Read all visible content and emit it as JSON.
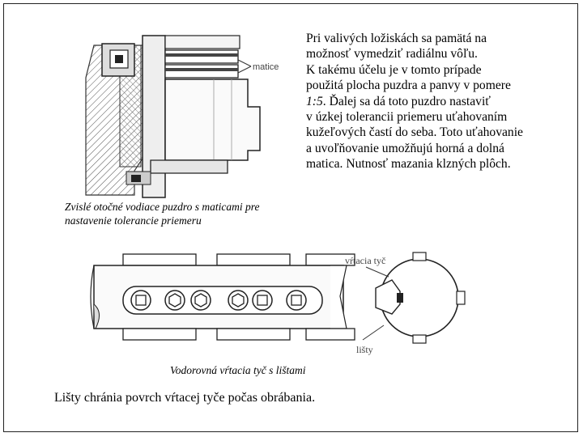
{
  "main_text": {
    "line1": "Pri valivých ložiskách sa pamätá na",
    "line2": "možnosť vymedziť radiálnu vôľu.",
    "line3": "K takému účelu je  v tomto prípade",
    "line4": "použitá plocha puzdra a panvy v pomere",
    "ratio": "1:5",
    "line5_rest": ". Ďalej sa dá toto puzdro nastaviť",
    "line6": "v úzkej  tolerancii  priemeru  uťahovaním",
    "line7": "kužeľových častí do seba. Toto uťahovanie",
    "line8": "a uvoľňovanie umožňujú horná a dolná",
    "line9": "matica.  Nutnosť mazania klzných plôch."
  },
  "figure_top": {
    "label_matice": "matice",
    "caption_line1": "Zvislé otočné vodiace puzdro s maticami pre",
    "caption_line2": "nastavenie tolerancie priemeru"
  },
  "figure_bottom": {
    "label_vrtacia_tyc": "vŕtacia tyč",
    "label_listy": "lišty",
    "caption": "Vodorovná vŕtacia  tyč s lištami"
  },
  "bottom_note": "Lišty chránia povrch vŕtacej tyče počas  obrábania."
}
